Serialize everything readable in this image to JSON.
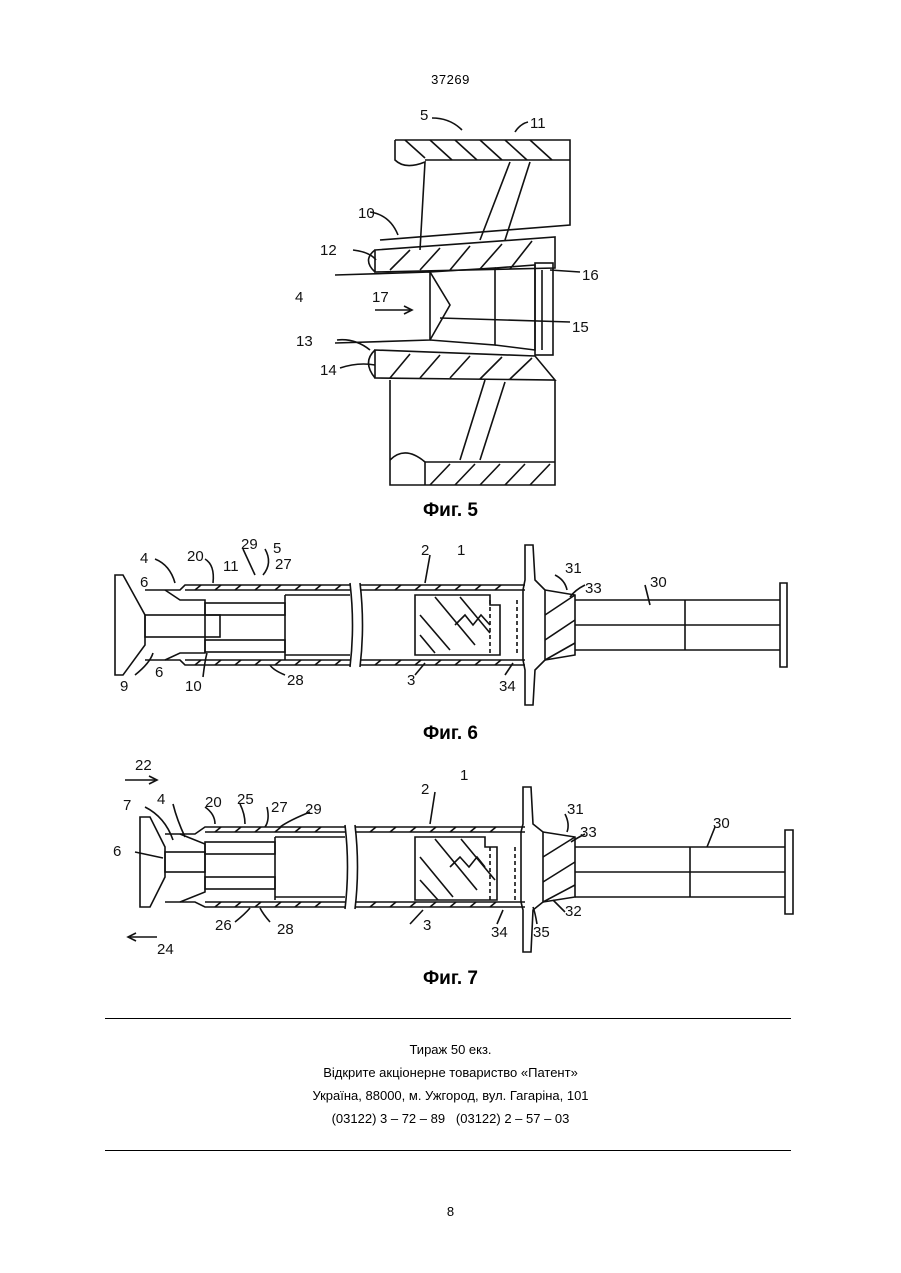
{
  "header": {
    "doc_number": "37269"
  },
  "figures": [
    {
      "id": "fig5",
      "caption": "Фиг. 5",
      "labels": [
        "5",
        "11",
        "10",
        "12",
        "16",
        "4",
        "17",
        "15",
        "13",
        "14"
      ]
    },
    {
      "id": "fig6",
      "caption": "Фиг. 6",
      "labels": [
        "4",
        "20",
        "29",
        "5",
        "2",
        "1",
        "6",
        "11",
        "27",
        "31",
        "33",
        "30",
        "9",
        "6",
        "10",
        "28",
        "3",
        "34"
      ]
    },
    {
      "id": "fig7",
      "caption": "Фиг. 7",
      "labels": [
        "22",
        "7",
        "4",
        "20",
        "25",
        "27",
        "29",
        "2",
        "1",
        "31",
        "33",
        "30",
        "6",
        "26",
        "28",
        "3",
        "34",
        "35",
        "32",
        "24"
      ]
    }
  ],
  "imprint": {
    "line1": "Тираж 50 екз.",
    "line2": "Відкрите акціонерне товариство «Патент»",
    "line3": "Україна, 88000, м. Ужгород, вул. Гагаріна, 101",
    "line4": "(03122) 3 – 72 – 89   (03122) 2 – 57 – 03"
  },
  "footer": {
    "page_number": "8"
  }
}
